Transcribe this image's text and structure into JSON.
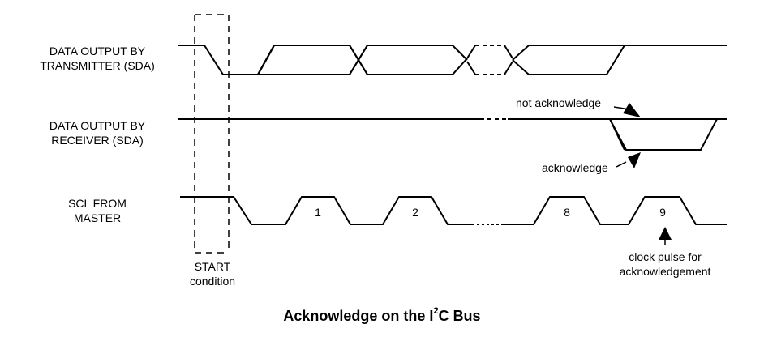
{
  "signals": {
    "transmitter_line1": "DATA OUTPUT BY",
    "transmitter_line2": "TRANSMITTER (SDA)",
    "receiver_line1": "DATA OUTPUT BY",
    "receiver_line2": "RECEIVER (SDA)",
    "scl_line1": "SCL FROM",
    "scl_line2": "MASTER"
  },
  "annotations": {
    "not_acknowledge": "not acknowledge",
    "acknowledge": "acknowledge",
    "clock_pulse_line1": "clock pulse for",
    "clock_pulse_line2": "acknowledgement",
    "start_line1": "START",
    "start_line2": "condition"
  },
  "pulses": [
    "1",
    "2",
    "8",
    "9"
  ],
  "caption": {
    "prefix": "Acknowledge on the I",
    "superscript": "2",
    "suffix": "C Bus"
  }
}
